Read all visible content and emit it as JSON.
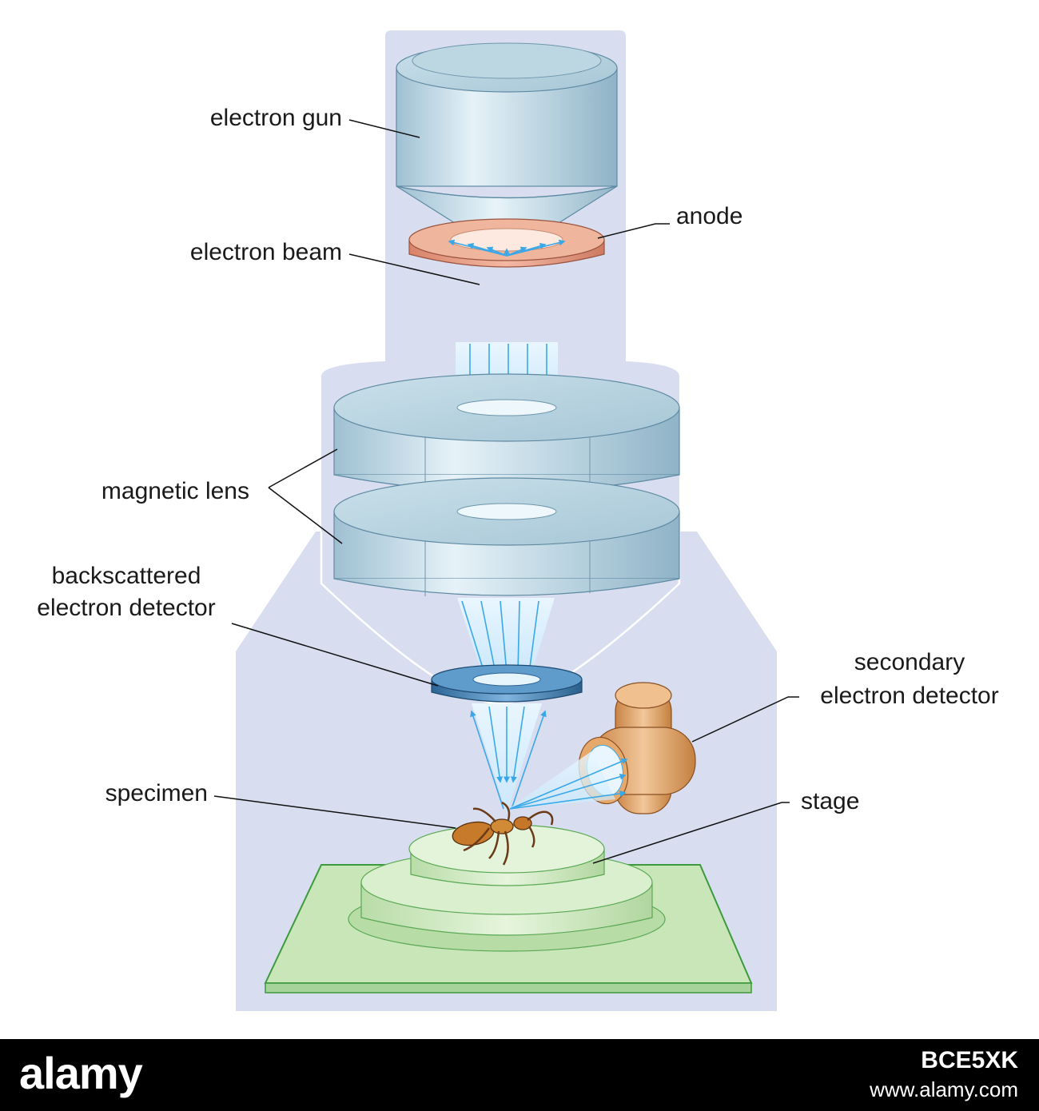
{
  "labels": {
    "electron_gun": "electron gun",
    "electron_beam": "electron beam",
    "anode": "anode",
    "magnetic_lens": "magnetic lens",
    "backscattered_line1": "backscattered",
    "backscattered_line2": "electron detector",
    "secondary_line1": "secondary",
    "secondary_line2": "electron detector",
    "specimen": "specimen",
    "stage": "stage"
  },
  "footer": {
    "logo": "alamy",
    "image_id": "BCE5XK",
    "url": "www.alamy.com"
  },
  "colors": {
    "housing": "#d8def0",
    "metal": "#b9d3e0",
    "anode": "#e79a80",
    "beam": "#3aa8e8",
    "detector": "#2f6ea6",
    "secondary_detector": "#d99b5e",
    "stage": "#c8e6b8"
  }
}
